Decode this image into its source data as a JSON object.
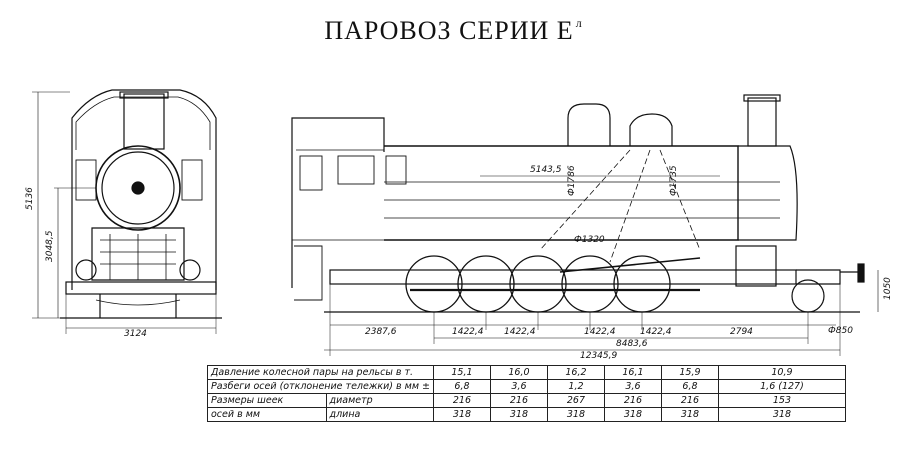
{
  "title": {
    "main": "ПАРОВОЗ СЕРИИ Е",
    "sup": "л"
  },
  "front_view": {
    "height_total": "5136",
    "height_axis": "3048,5",
    "width": "3124"
  },
  "side_view": {
    "boiler_length": "5143,5",
    "dia_1": "Ф1786",
    "dia_2": "Ф1735",
    "dia_3": "Ф1320",
    "rear_overhang": "2387,6",
    "axle_spacings": [
      "1422,4",
      "1422,4",
      "1422,4",
      "1422,4"
    ],
    "front_overhang": "2794",
    "wheelbase": "8483,6",
    "total_length": "12345,9",
    "wheel_dia": "Ф850",
    "buffer_height": "1050"
  },
  "table": {
    "rows": [
      {
        "label": "Давление колесной пары на рельсы в т.",
        "values": [
          "15,1",
          "16,0",
          "16,2",
          "16,1",
          "15,9",
          "10,9"
        ]
      },
      {
        "label": "Разбеги осей (отклонение тележки) в мм ±",
        "values": [
          "6,8",
          "3,6",
          "1,2",
          "3,6",
          "6,8",
          "1,6 (127)"
        ]
      }
    ],
    "journal_label_1": "Размеры шеек",
    "journal_label_2": "осей в мм",
    "diameter": {
      "label": "диаметр",
      "values": [
        "216",
        "216",
        "267",
        "216",
        "216",
        "153"
      ]
    },
    "length": {
      "label": "длина",
      "values": [
        "318",
        "318",
        "318",
        "318",
        "318",
        "318"
      ]
    }
  }
}
